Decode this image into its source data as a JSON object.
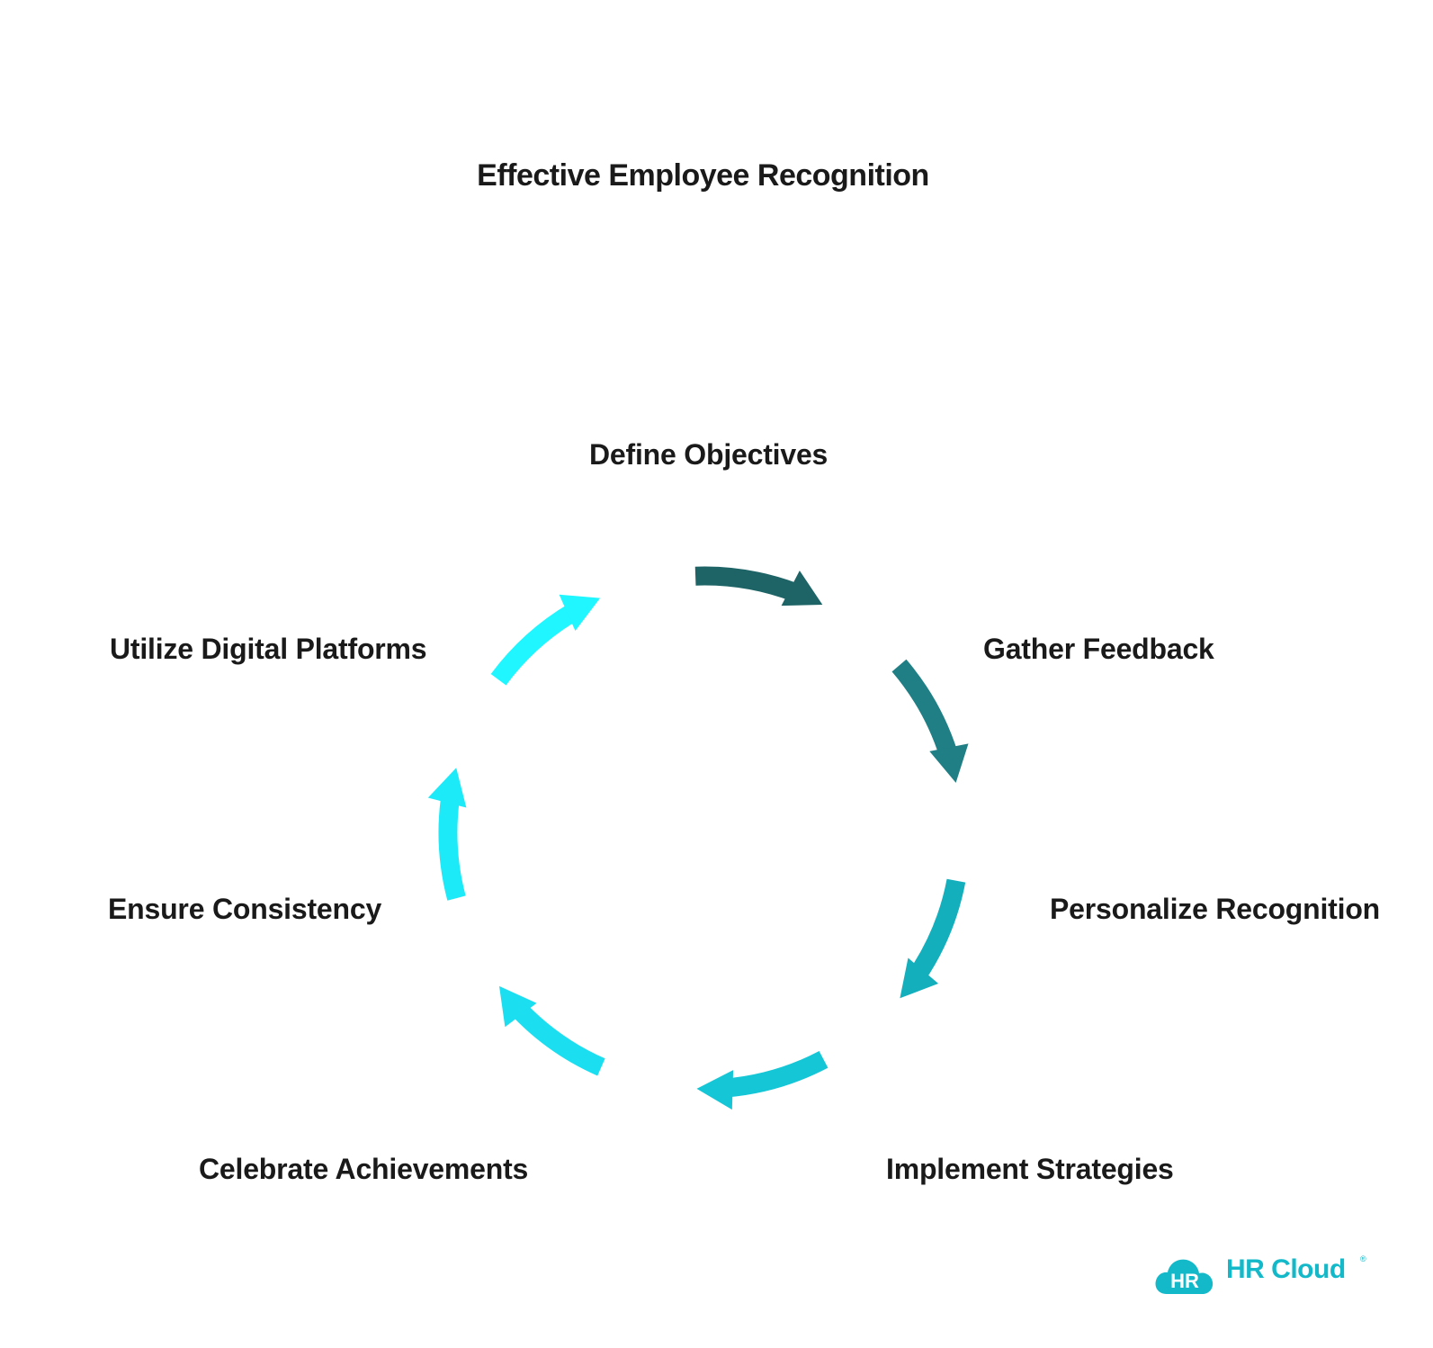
{
  "title": "Effective Employee Recognition",
  "steps": [
    {
      "label": "Define Objectives",
      "color": "#1e6466"
    },
    {
      "label": "Gather Feedback",
      "color": "#1f7f84"
    },
    {
      "label": "Personalize Recognition",
      "color": "#14afbd"
    },
    {
      "label": "Implement Strategies",
      "color": "#15c6d6"
    },
    {
      "label": "Celebrate Achievements",
      "color": "#1bdff0"
    },
    {
      "label": "Ensure Consistency",
      "color": "#1deaf9"
    },
    {
      "label": "Utilize Digital Platforms",
      "color": "#1ff6ff"
    }
  ],
  "logo": {
    "badge": "HR",
    "name": "HR Cloud",
    "registered": "®",
    "color": "#13b9c9"
  }
}
